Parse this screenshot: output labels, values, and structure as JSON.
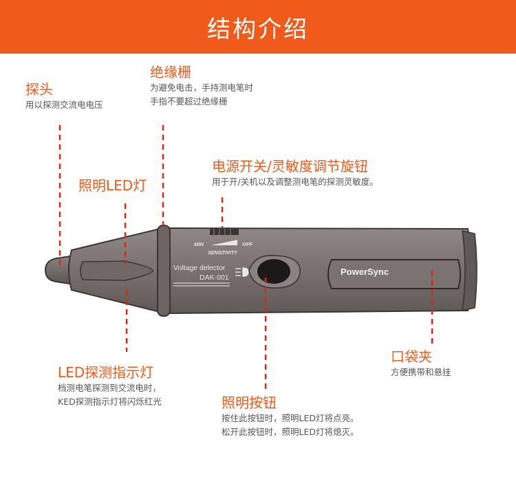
{
  "header": {
    "title": "结构介绍"
  },
  "colors": {
    "accent": "#f05a1a",
    "body": "#7a7371",
    "text": "#555555"
  },
  "labels": {
    "probe": {
      "title": "探头",
      "desc": [
        "用以探测交流电电压"
      ]
    },
    "insulation": {
      "title": "绝缘栅",
      "desc": [
        "为避免电击，手持测电笔时",
        "手指不要超过绝缘栅"
      ]
    },
    "led_light": {
      "title": "照明LED灯"
    },
    "switch": {
      "title": "电源开关/灵敏度调节旋钮",
      "desc": [
        "用于开/关机以及调整测电笔的探测灵敏度。"
      ]
    },
    "indicator": {
      "title": "LED探测指示灯",
      "desc": [
        "档测电笔探测到交流电时，",
        "KED探测指示灯将闪烁红光"
      ]
    },
    "clip": {
      "title": "口袋夹",
      "desc": [
        "方便携带和悬挂"
      ]
    },
    "button": {
      "title": "照明按钮",
      "desc": [
        "按住此按钮时，照明LED灯将点亮。",
        "松开此按钮时，照明LED灯将熄灭。"
      ]
    }
  },
  "device": {
    "model_line1": "Voltage delector",
    "model_line2": "DAK-001",
    "brand": "PowerSync",
    "dial_min": "MIN",
    "dial_off": "OFF",
    "dial_label": "SENSITIVITY"
  }
}
